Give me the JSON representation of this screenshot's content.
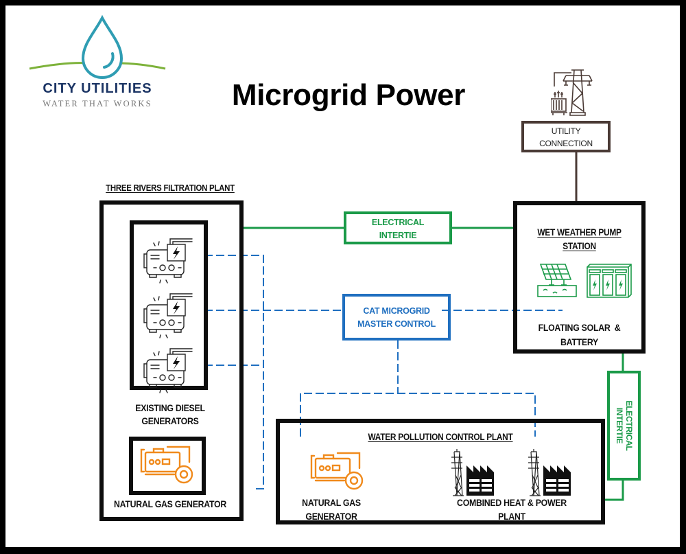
{
  "logo": {
    "name": "CITY UTILITIES",
    "tagline": "WATER THAT WORKS",
    "colors": {
      "drop": "#2f9db3",
      "hills": "#7db23a",
      "name": "#1c3565",
      "tagline": "#777777"
    }
  },
  "title": "Microgrid Power",
  "utility": {
    "icon": "transmission-tower-transformer-icon",
    "label_line1": "UTILITY",
    "label_line2": "CONNECTION",
    "color": "#4a3a35"
  },
  "three_rivers": {
    "heading": "THREE RIVERS FILTRATION PLANT",
    "diesel": {
      "icon": "diesel-generator-icon",
      "count": 3,
      "label_line1": "EXISTING DIESEL",
      "label_line2": "GENERATORS"
    },
    "natural_gas": {
      "icon": "natural-gas-generator-icon",
      "label": "NATURAL GAS GENERATOR"
    }
  },
  "intertie_top": {
    "line1": "ELECTRICAL",
    "line2": "INTERTIE"
  },
  "intertie_right": {
    "line1": "ELECTRICAL",
    "line2": "INTERTIE"
  },
  "master_control": {
    "line1": "CAT MICROGRID",
    "line2": "MASTER CONTROL"
  },
  "wet_weather": {
    "heading_line1": "WET WEATHER PUMP",
    "heading_line2": "STATION",
    "icons": [
      "floating-solar-icon",
      "battery-storage-icon"
    ],
    "label_line1": "FLOATING SOLAR  &",
    "label_line2": "BATTERY"
  },
  "wpcp": {
    "heading": "WATER POLLUTION CONTROL PLANT",
    "gen_label_line1": "NATURAL GAS",
    "gen_label_line2": "GENERATOR",
    "chp_label_line1": "COMBINED HEAT & POWER",
    "chp_label_line2": "PLANT",
    "icons": [
      "natural-gas-generator-icon",
      "power-tower-factory-icon"
    ]
  },
  "colors": {
    "electrical": "#1a9a48",
    "control": "#1f6fc0",
    "orange": "#f08a1c",
    "structure": "#0d0d0d"
  }
}
